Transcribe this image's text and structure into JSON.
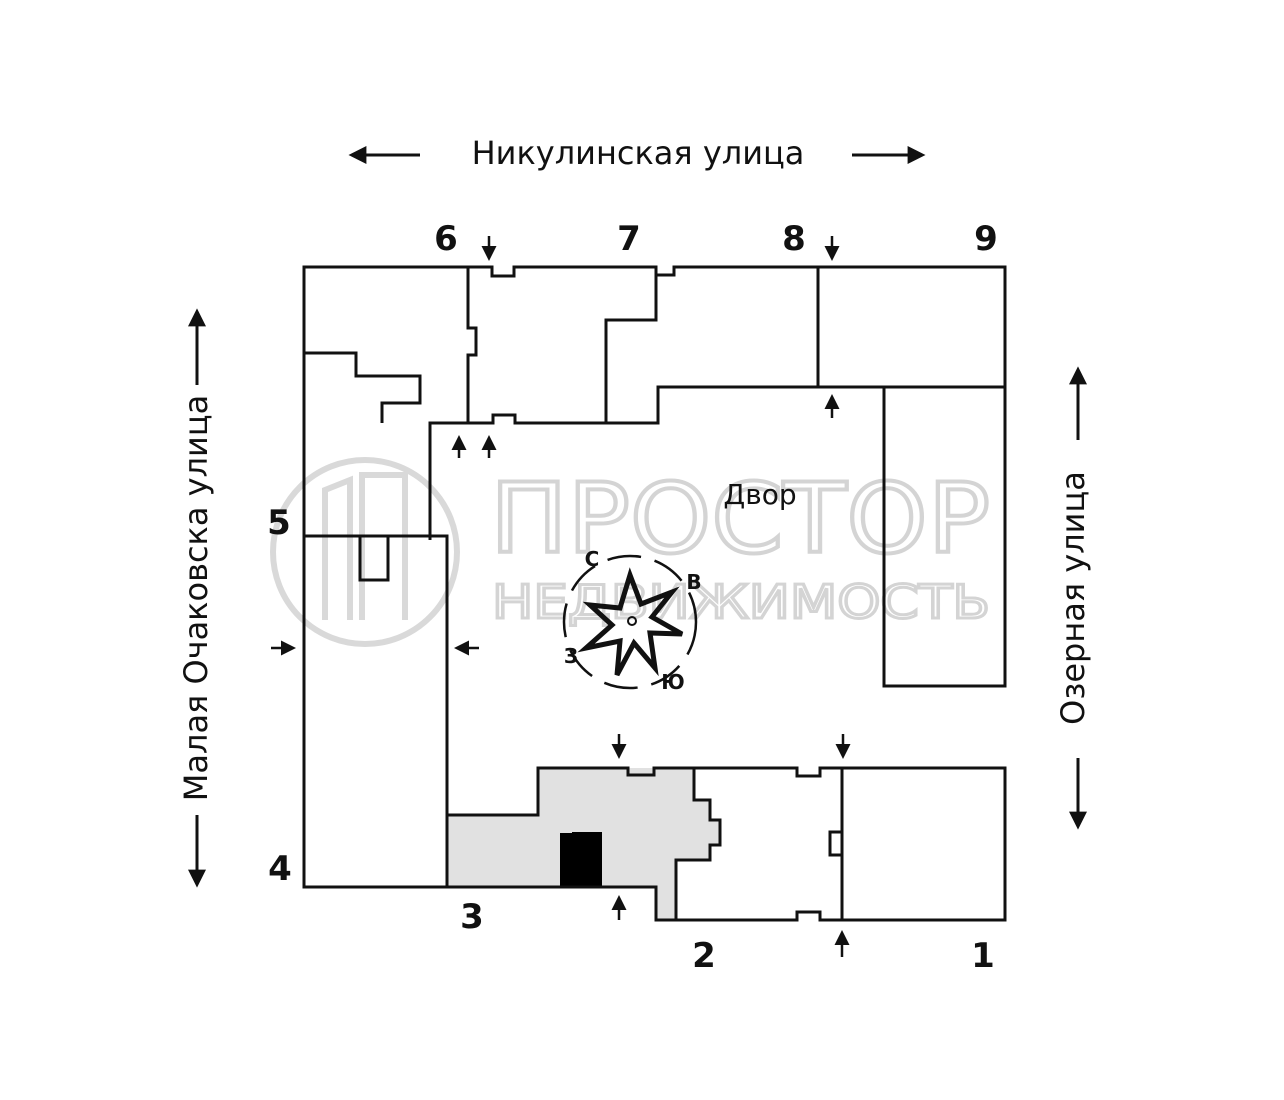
{
  "streets": {
    "north": "Никулинская улица",
    "west": "Малая Очаковска улица",
    "east": "Озерная улица"
  },
  "yard_label": "Двор",
  "section_numbers": [
    "1",
    "2",
    "3",
    "4",
    "5",
    "6",
    "7",
    "8",
    "9"
  ],
  "compass": {
    "north": "С",
    "east": "В",
    "south": "Ю",
    "west": "З"
  },
  "watermark": {
    "title": "ПРОСТОР",
    "subtitle": "НЕДВИЖИМОСТЬ"
  },
  "colors": {
    "line": "#111111",
    "highlight_section": "#e1e1e1",
    "marker": "#000000",
    "watermark": "#d4d4d4"
  }
}
